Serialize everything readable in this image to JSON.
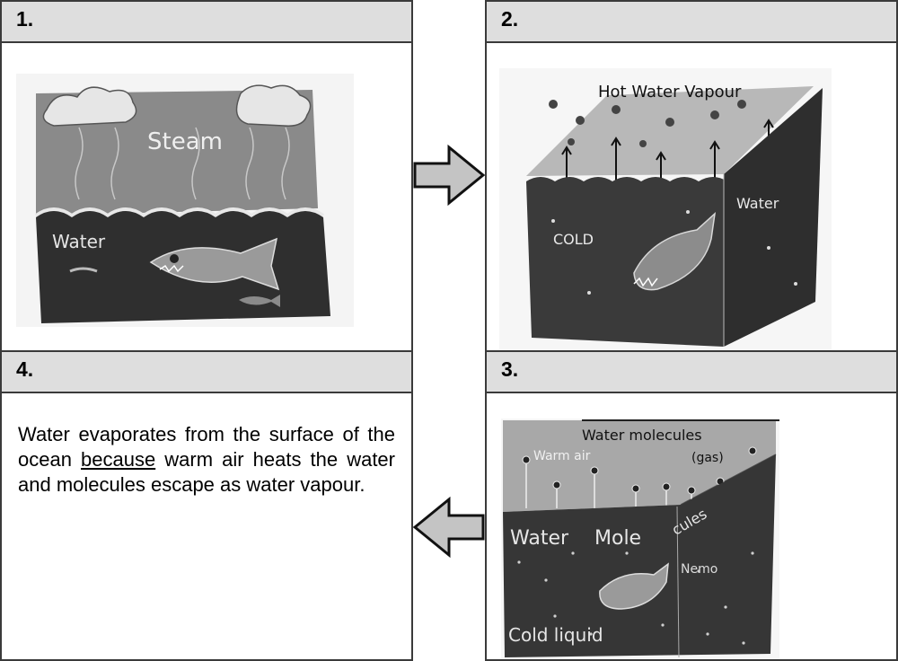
{
  "panels": {
    "p1": {
      "number": "1.",
      "labels": {
        "steam": "Steam",
        "water": "Water"
      }
    },
    "p2": {
      "number": "2.",
      "labels": {
        "vapour": "Hot Water Vapour",
        "cold": "COLD",
        "water": "Water"
      }
    },
    "p3": {
      "number": "3.",
      "labels": {
        "molecules_top": "Water molecules",
        "warm_air": "Warm air",
        "gas": "(gas)",
        "water": "Water",
        "mole": "Mole",
        "cules": "cules",
        "nemo": "Nemo",
        "cold_liquid": "Cold liquid"
      }
    },
    "p4": {
      "number": "4.",
      "caption_before": "Water evaporates from the surface of the ocean ",
      "caption_emphasis": "because",
      "caption_after": " warm air heats the water and molecules escape as water vapour."
    }
  },
  "colors": {
    "header_bg": "#dedede",
    "border": "#3a3a3a",
    "arrow_fill": "#c4c4c4",
    "ink_dark": "#2b2b2b"
  }
}
